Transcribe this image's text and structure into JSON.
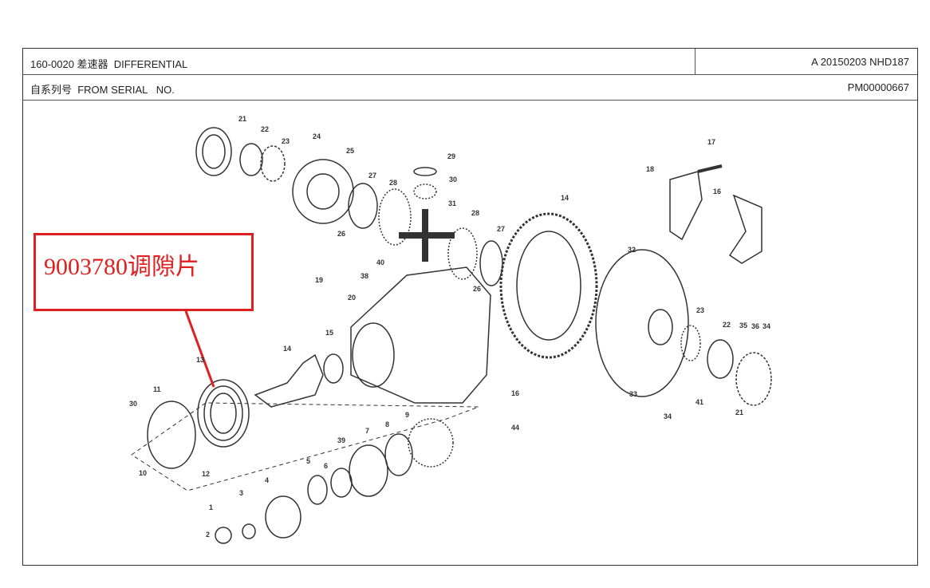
{
  "header": {
    "code_title": "160-0020 差速器  DIFFERENTIAL",
    "serial_label": "自系列号  FROM SERIAL   NO.",
    "revision": "A 20150203 NHD187",
    "pm_number": "PM00000667"
  },
  "annotation": {
    "text": "9003780调隙片",
    "color": "#e02020"
  },
  "callouts": [
    "21",
    "22",
    "23",
    "24",
    "25",
    "29",
    "30",
    "27",
    "28",
    "31",
    "26",
    "28",
    "27",
    "26",
    "40",
    "38",
    "19",
    "20",
    "15",
    "14",
    "14",
    "17",
    "18",
    "16",
    "32",
    "23",
    "22",
    "35",
    "36",
    "34",
    "41",
    "33",
    "34",
    "21",
    "16",
    "44",
    "11",
    "13",
    "30",
    "10",
    "12",
    "9",
    "8",
    "7",
    "39",
    "5",
    "6",
    "4",
    "3",
    "1",
    "2"
  ]
}
